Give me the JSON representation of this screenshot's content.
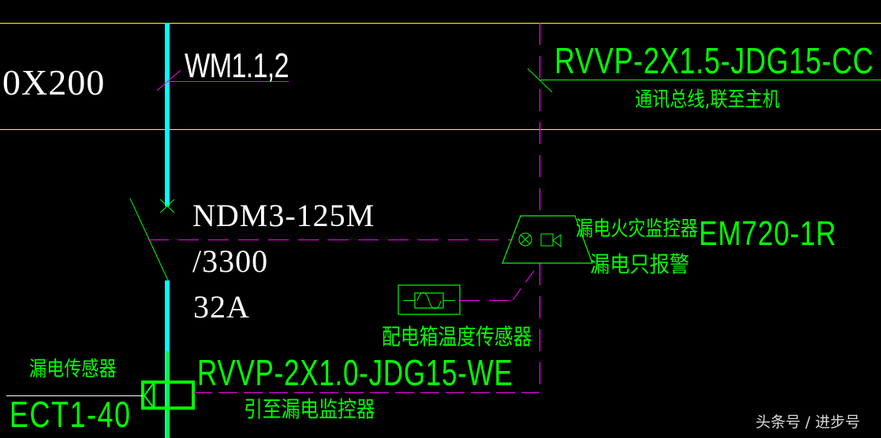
{
  "drawing": {
    "background": "#000000",
    "colors": {
      "yellow": "#ffff00",
      "cyan": "#00ffff",
      "magenta": "#ff00ff",
      "green": "#00ff00",
      "white": "#ffffff"
    },
    "labels": {
      "cable_tray": "0X200",
      "circuit_id": "WM1.1,2",
      "comm_cable": "RVVP-2X1.5-JDG15-CC",
      "comm_note": "通讯总线,联至主机",
      "breaker_model": "NDM3-125M",
      "breaker_poles": "/3300",
      "breaker_rating": "32A",
      "monitor_name": "漏电火灾监控器",
      "monitor_model": "EM720-1R",
      "monitor_note": "漏电只报警",
      "temp_sensor": "配电箱温度传感器",
      "leak_cable": "RVVP-2X1.0-JDG15-WE",
      "leak_cable_note": "引至漏电监控器",
      "leak_sensor_name": "漏电传感器",
      "leak_sensor_model": "ECT1-40"
    },
    "symbols": [
      {
        "name": "monitor-lamp-icon",
        "meaning": "indicator lamp"
      },
      {
        "name": "monitor-buzzer-icon",
        "meaning": "alarm buzzer"
      },
      {
        "name": "temp-sensor-icon",
        "meaning": "sine wave sensor"
      },
      {
        "name": "current-transformer-icon",
        "meaning": "leakage current transformer"
      }
    ]
  },
  "watermark": "头条号 / 进步号"
}
